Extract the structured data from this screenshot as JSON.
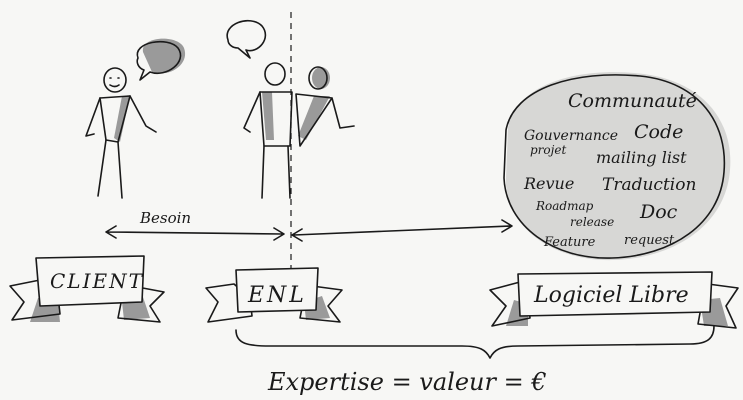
{
  "labels": {
    "besoin": "Besoin",
    "client": "CLIENT",
    "enl": "ENL",
    "logiciel_libre": "Logiciel Libre",
    "expertise": "Expertise = valeur = €"
  },
  "community": {
    "title": "Communauté",
    "words": [
      "Gouvernance",
      "projet",
      "Code",
      "mailing list",
      "Revue",
      "Traduction",
      "Roadmap",
      "release",
      "Doc",
      "Feature",
      "request"
    ]
  }
}
